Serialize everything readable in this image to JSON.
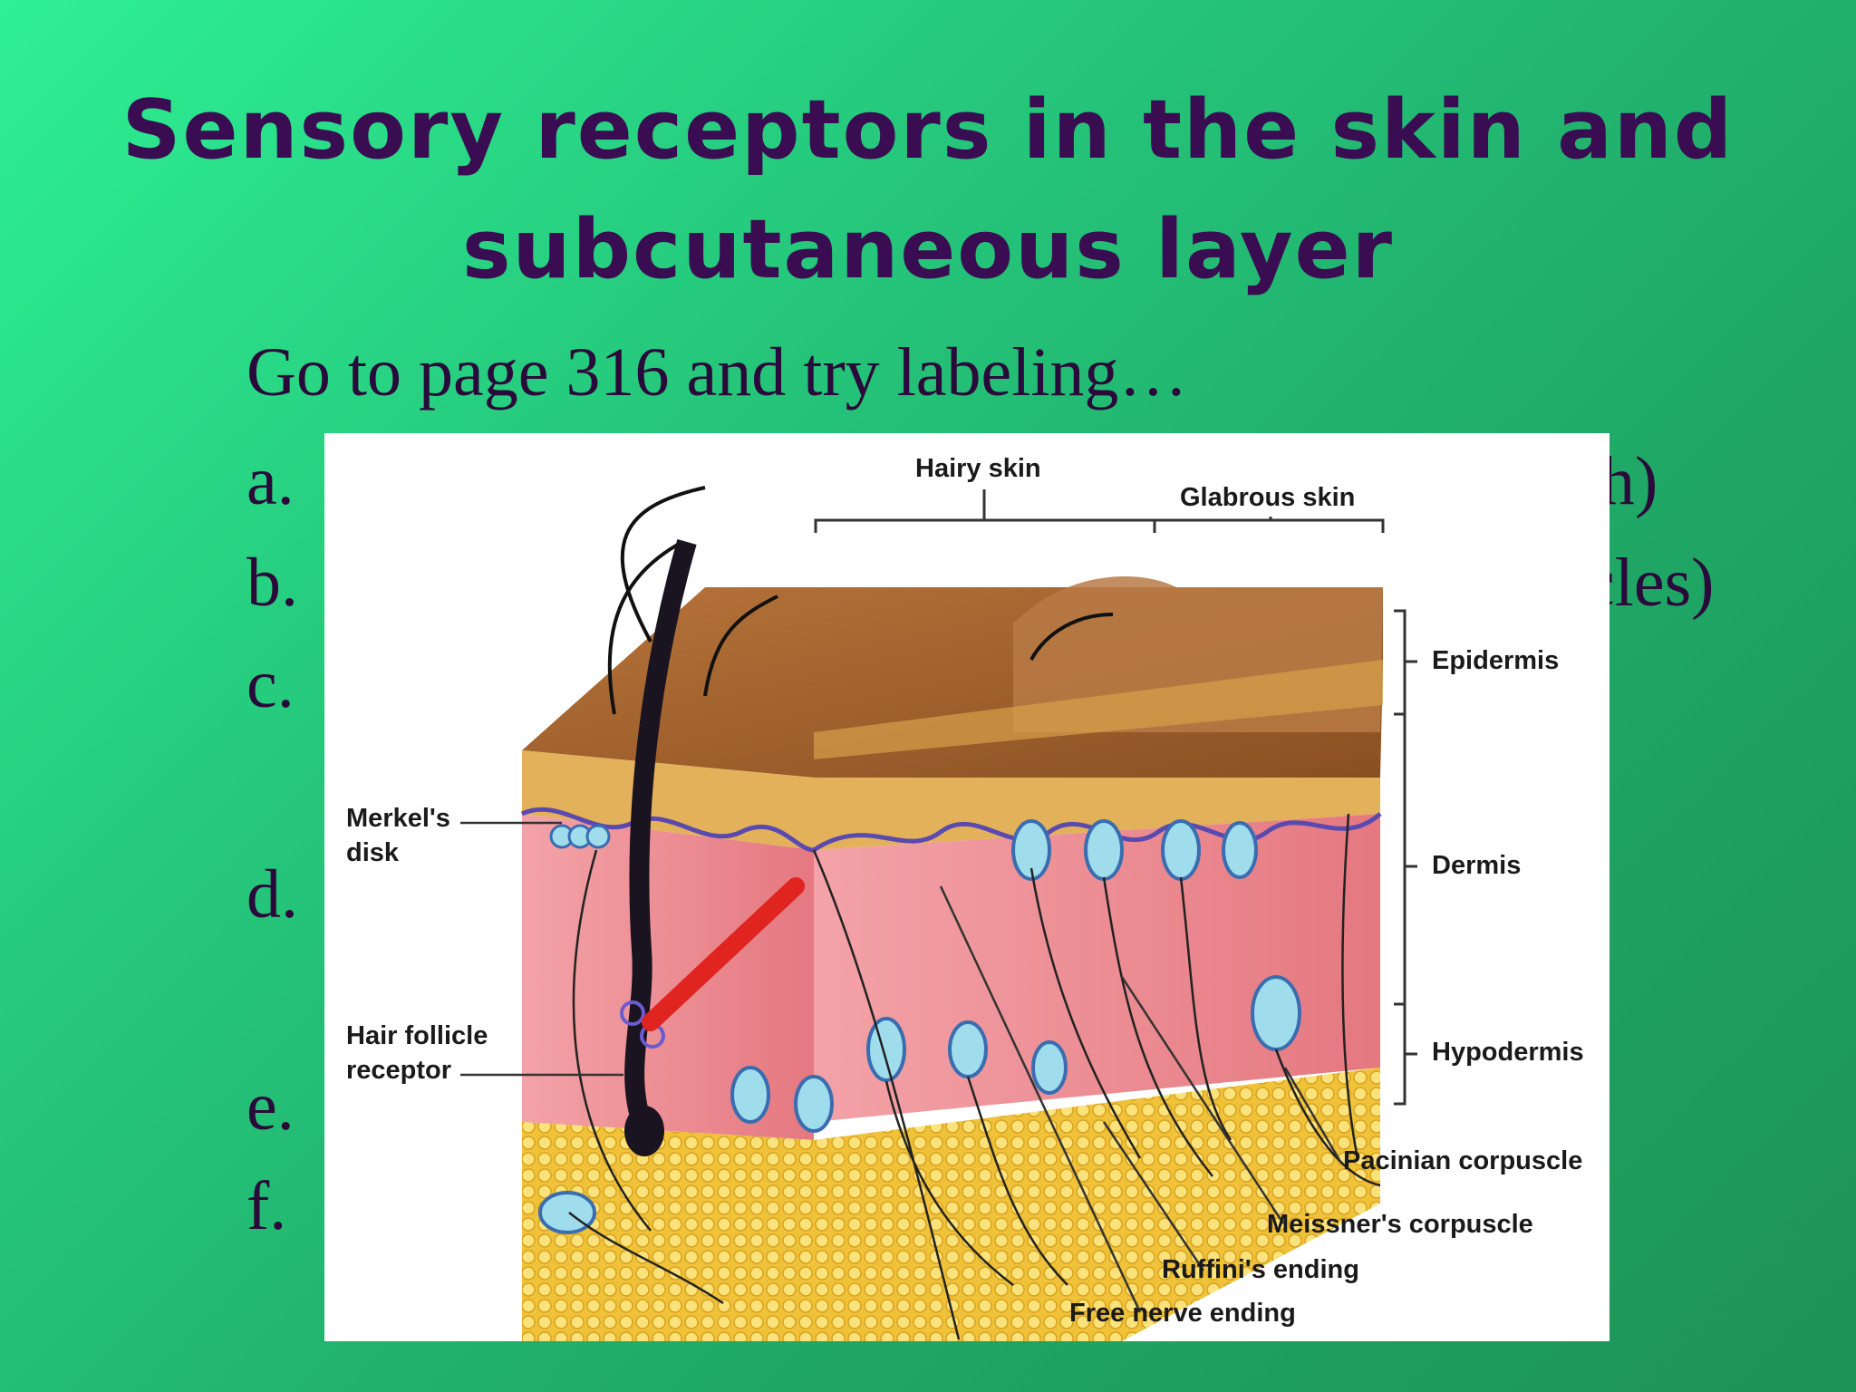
{
  "slide": {
    "title_line1": "Sensory receptors in the skin and",
    "title_line2": "subcutaneous layer",
    "intro": "Go to page 316 and try labeling…",
    "list": {
      "a": "a.",
      "a_tail": "h)",
      "b": "b.",
      "b_tail": "cles)",
      "c": "c.",
      "d": "d.",
      "e": "e.",
      "f": "f."
    }
  },
  "figure": {
    "labels": {
      "hairy_skin": "Hairy skin",
      "glabrous_skin": "Glabrous skin",
      "epidermis": "Epidermis",
      "dermis": "Dermis",
      "hypodermis": "Hypodermis",
      "merkels_disk_line1": "Merkel's",
      "merkels_disk_line2": "disk",
      "hair_follicle_line1": "Hair follicle",
      "hair_follicle_line2": "receptor",
      "pacinian": "Pacinian corpuscle",
      "meissner": "Meissner's corpuscle",
      "ruffini": "Ruffini's ending",
      "free_nerve": "Free nerve ending"
    }
  }
}
